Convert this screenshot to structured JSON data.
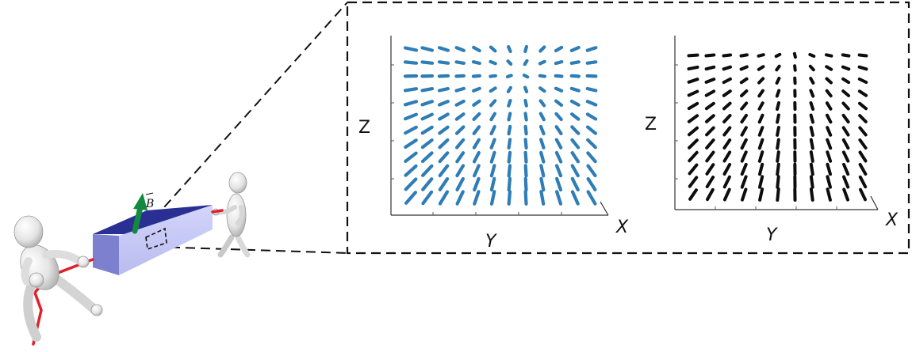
{
  "field_label": "B",
  "panels": [
    {
      "label_z": "Z",
      "label_y": "Y",
      "label_x": "X",
      "color": "#2f7db6"
    },
    {
      "label_z": "Z",
      "label_y": "Y",
      "label_x": "X",
      "color": "#0d0d0d"
    }
  ],
  "colors": {
    "bar_top": "#2a2f93",
    "bar_front": "#c4c6f6",
    "bar_end": "#7d80cf",
    "field_arrow": "#138a3e",
    "rope": "#e0202a",
    "figure": "#e8e8e8",
    "figure_outline": "#9a9a9a"
  }
}
